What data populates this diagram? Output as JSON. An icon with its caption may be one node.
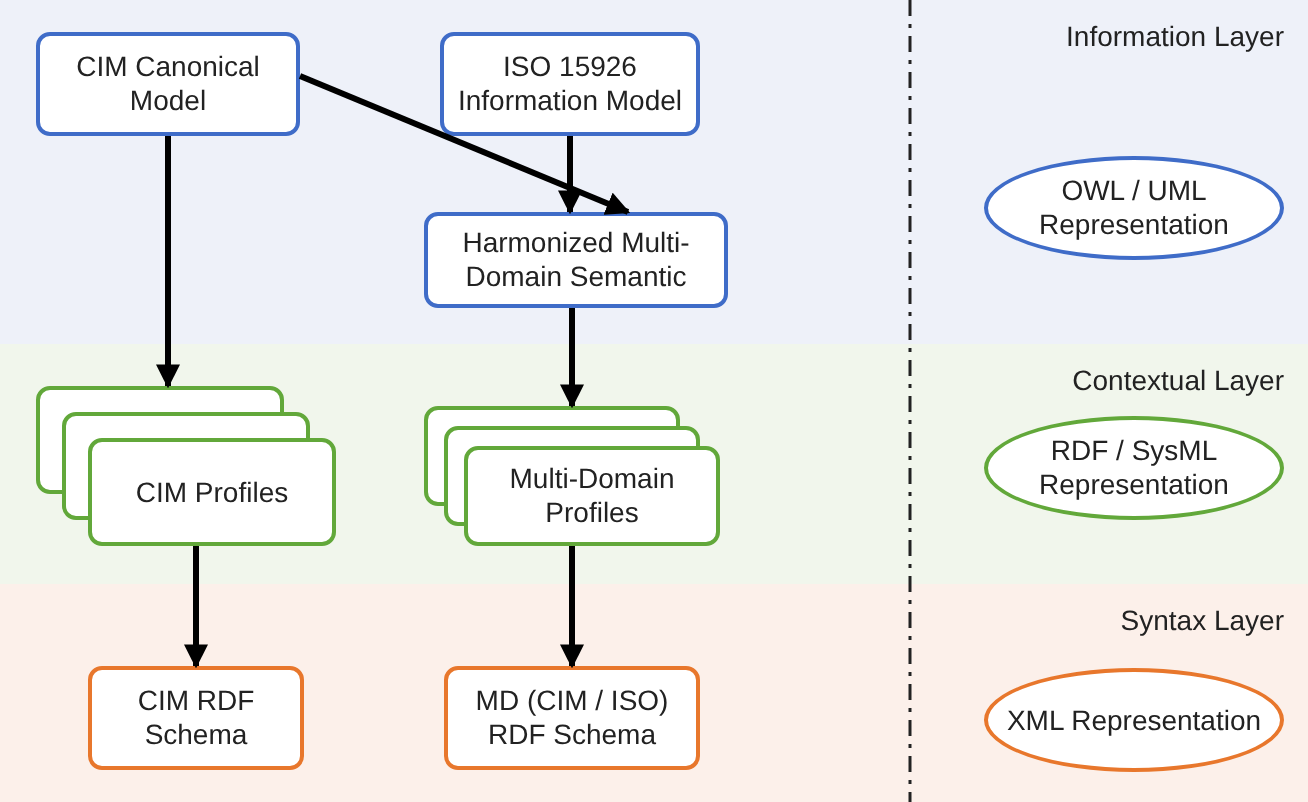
{
  "diagram": {
    "nodes": [
      {
        "text": [
          "Information Layer"
        ]
      },
      {
        "text": [
          "CIM Canonical Model"
        ],
        "in": 0
      },
      {
        "text": [
          "ISO 15926 Information Model"
        ],
        "in": 0
      },
      {
        "text": [
          "Harmonized Multi-Domain Semantic"
        ],
        "in": 0
      },
      {
        "text": [
          "OWL / UML Representation"
        ],
        "in": 0
      },
      {
        "text": [
          "Contextual Layer"
        ]
      },
      {
        "text": [
          "CIM Profiles"
        ],
        "in": 5
      },
      {
        "text": [
          "Multi-Domain Profiles"
        ],
        "in": 5
      },
      {
        "text": [
          "RDF / SysML Representation"
        ],
        "in": 5
      },
      {
        "text": [
          "Syntax Layer"
        ]
      },
      {
        "text": [
          "CIM RDF Schema"
        ],
        "in": 9
      },
      {
        "text": [
          "MD (CIM / ISO) RDF Schema"
        ],
        "in": 9
      },
      {
        "text": [
          "XML Representation"
        ],
        "in": 9
      }
    ],
    "edges": [
      {
        "from": 1,
        "to": 6,
        "arrow": "to"
      },
      {
        "from": 1,
        "to": 3,
        "arrow": "to"
      },
      {
        "from": 2,
        "to": 3,
        "arrow": "to"
      },
      {
        "from": 3,
        "to": 7,
        "arrow": "to"
      },
      {
        "from": 6,
        "to": 10,
        "arrow": "to"
      },
      {
        "from": 7,
        "to": 11,
        "arrow": "to"
      }
    ]
  }
}
